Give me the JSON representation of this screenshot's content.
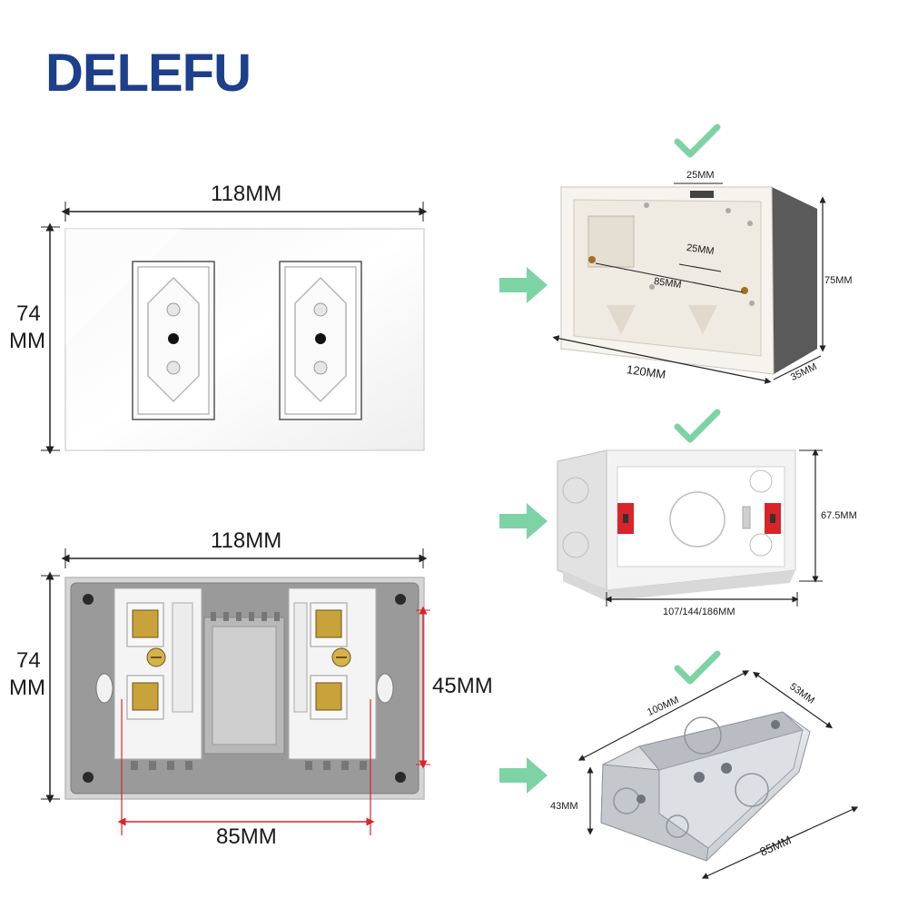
{
  "brand": {
    "logo_text": "DELEFU"
  },
  "front_panel": {
    "width_label": "118MM",
    "height_label_top": "74",
    "height_label_bottom": "MM"
  },
  "back_panel": {
    "width_label": "118MM",
    "height_label_top": "74",
    "height_label_bottom": "MM",
    "screw_spacing_label": "45MM",
    "mount_spacing_label": "85MM"
  },
  "boxes": [
    {
      "name": "plastic-box-grey",
      "labels": {
        "top_slot": "25MM",
        "inner_slot": "25MM",
        "screw_spacing": "85MM",
        "width": "120MM",
        "height": "75MM",
        "depth": "35MM"
      }
    },
    {
      "name": "plastic-box-white",
      "labels": {
        "height": "67.5MM",
        "width": "107/144/186MM"
      }
    },
    {
      "name": "metal-box",
      "labels": {
        "width": "100MM",
        "depth": "53MM",
        "height": "43MM",
        "length": "85MM"
      }
    }
  ],
  "colors": {
    "brand": "#1d3f8c",
    "check": "#7ed3a5",
    "arrow": "#7ed3a5",
    "red_dim": "#d9242a"
  }
}
